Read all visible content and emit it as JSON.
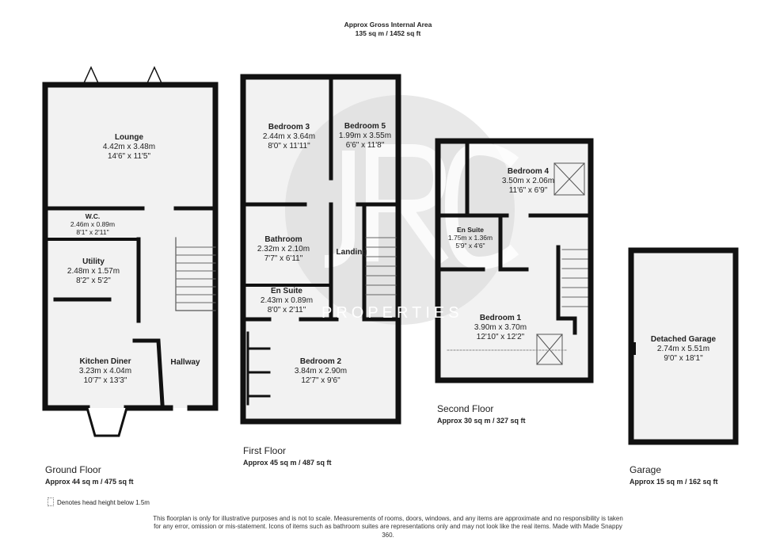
{
  "header": {
    "title": "Approx Gross Internal Area",
    "area": "135 sq m / 1452 sq ft"
  },
  "floors": {
    "ground": {
      "label": "Ground Floor",
      "area": "Approx 44 sq m / 475 sq ft"
    },
    "first": {
      "label": "First Floor",
      "area": "Approx 45 sq m / 487 sq ft"
    },
    "second": {
      "label": "Second Floor",
      "area": "Approx 30 sq m / 327 sq ft"
    },
    "garage": {
      "label": "Garage",
      "area": "Approx 15 sq m / 162 sq ft"
    }
  },
  "rooms": {
    "lounge": {
      "name": "Lounge",
      "metric": "4.42m x 3.48m",
      "imperial": "14'6\" x 11'5\""
    },
    "wc": {
      "name": "W.C.",
      "metric": "2.46m x 0.89m",
      "imperial": "8'1\" x 2'11\""
    },
    "utility": {
      "name": "Utility",
      "metric": "2.48m x 1.57m",
      "imperial": "8'2\" x 5'2\""
    },
    "kitchen": {
      "name": "Kitchen Diner",
      "metric": "3.23m x 4.04m",
      "imperial": "10'7\" x 13'3\""
    },
    "hallway": {
      "name": "Hallway"
    },
    "bedroom3": {
      "name": "Bedroom 3",
      "metric": "2.44m x 3.64m",
      "imperial": "8'0\" x 11'11\""
    },
    "bedroom5": {
      "name": "Bedroom 5",
      "metric": "1.99m x 3.55m",
      "imperial": "6'6\" x 11'8\""
    },
    "bathroom": {
      "name": "Bathroom",
      "metric": "2.32m x 2.10m",
      "imperial": "7'7\" x 6'11\""
    },
    "landing": {
      "name": "Landing"
    },
    "ensuite1": {
      "name": "En Suite",
      "metric": "2.43m x 0.89m",
      "imperial": "8'0\" x 2'11\""
    },
    "bedroom2": {
      "name": "Bedroom 2",
      "metric": "3.84m x 2.90m",
      "imperial": "12'7\" x 9'6\""
    },
    "bedroom4": {
      "name": "Bedroom 4",
      "metric": "3.50m x 2.06m",
      "imperial": "11'6\" x 6'9\""
    },
    "ensuite2": {
      "name": "En Suite",
      "metric": "1.75m x 1.36m",
      "imperial": "5'9\" x 4'6\""
    },
    "bedroom1": {
      "name": "Bedroom 1",
      "metric": "3.90m x 3.70m",
      "imperial": "12'10\" x 12'2\""
    },
    "garage": {
      "name": "Detached Garage",
      "metric": "2.74m x 5.51m",
      "imperial": "9'0\" x 18'1\""
    }
  },
  "watermark": {
    "logo": "JRC",
    "text": "PROPERTIES"
  },
  "key_note": "Denotes head height below 1.5m",
  "disclaimer": "This floorplan is only for illustrative purposes and is not to scale. Measurements of rooms, doors, windows, and any items are approximate and no responsibility is taken for any error, omission or mis-statement. Icons of items such as bathroom suites are representations only and may not look like the real items. Made with Made Snappy 360.",
  "colors": {
    "wall": "#111111",
    "floor": "#f2f2f2",
    "watermark": "#d9d9d9"
  }
}
